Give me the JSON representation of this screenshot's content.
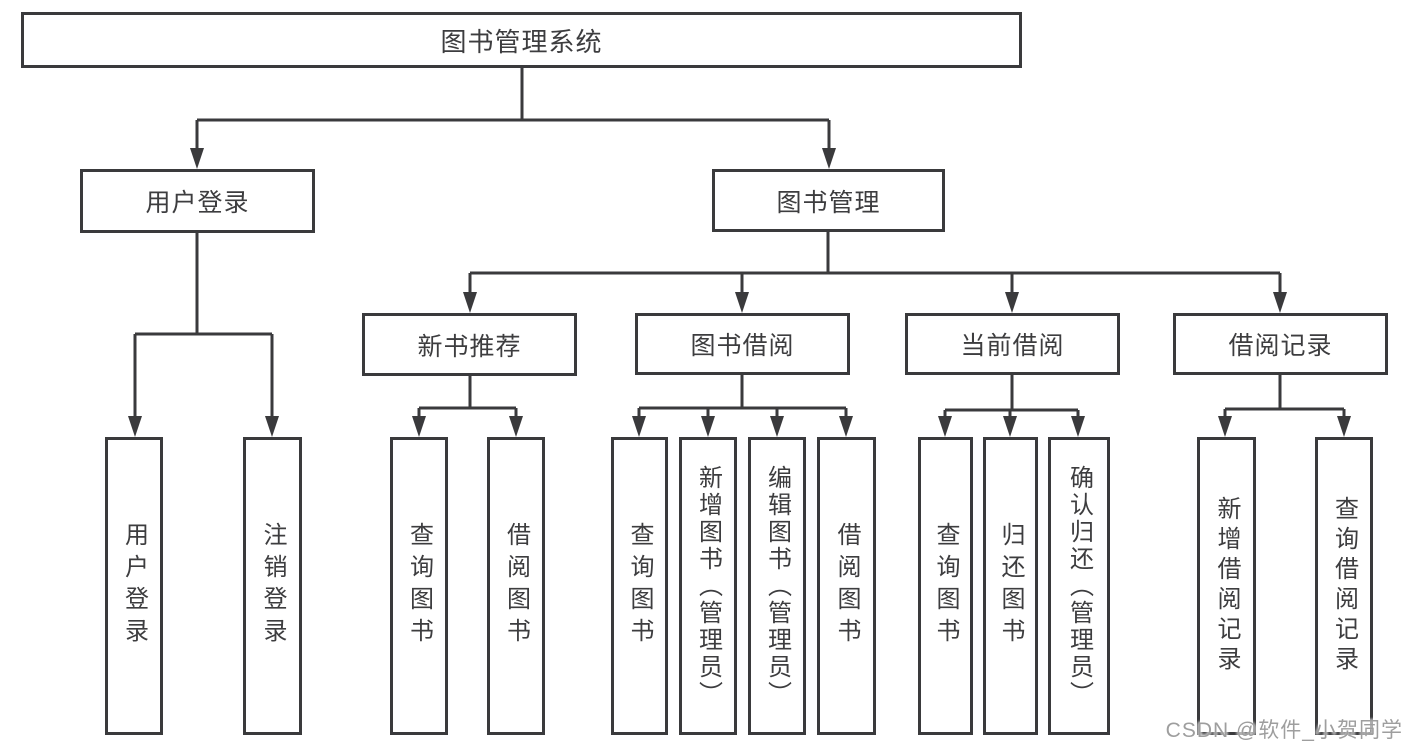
{
  "diagram": {
    "nodes": {
      "root": {
        "label": "图书管理系统"
      },
      "user_login": {
        "label": "用户登录"
      },
      "book_management": {
        "label": "图书管理"
      },
      "new_book_recommend": {
        "label": "新书推荐"
      },
      "book_borrow": {
        "label": "图书借阅"
      },
      "current_borrow": {
        "label": "当前借阅"
      },
      "borrow_records": {
        "label": "借阅记录"
      },
      "leaf_user_login": {
        "label": "用户登录"
      },
      "leaf_logout": {
        "label": "注销登录"
      },
      "leaf_nb_query": {
        "label": "查询图书"
      },
      "leaf_nb_borrow": {
        "label": "借阅图书"
      },
      "leaf_bb_query": {
        "label": "查询图书"
      },
      "leaf_bb_add": {
        "label": "新增图书（管理员）"
      },
      "leaf_bb_edit": {
        "label": "编辑图书（管理员）"
      },
      "leaf_bb_borrow": {
        "label": "借阅图书"
      },
      "leaf_cb_query": {
        "label": "查询图书"
      },
      "leaf_cb_return": {
        "label": "归还图书"
      },
      "leaf_cb_confirm": {
        "label": "确认归还（管理员）"
      },
      "leaf_br_add": {
        "label": "新增借阅记录"
      },
      "leaf_br_query": {
        "label": "查询借阅记录"
      }
    },
    "watermark": "CSDN @软件_小贺同学",
    "colors": {
      "line": "#3a3a3c",
      "text": "#3d3d3f",
      "background": "#ffffff",
      "watermark": "#9e9e9e"
    }
  }
}
